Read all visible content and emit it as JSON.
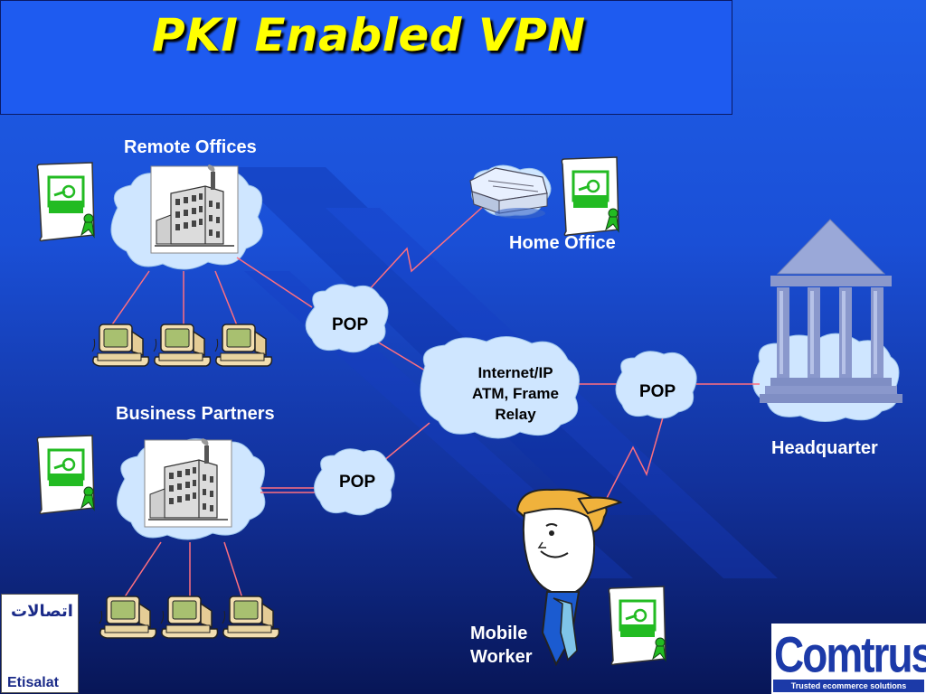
{
  "slide": {
    "title": "PKI Enabled VPN"
  },
  "diagram": {
    "nodes": {
      "remote_offices": "Remote Offices",
      "home_office": "Home Office",
      "business_partners": "Business Partners",
      "headquarter": "Headquarter",
      "mobile_worker_line1": "Mobile",
      "mobile_worker_line2": "Worker",
      "pop_top": "POP",
      "pop_right": "POP",
      "pop_bottom": "POP",
      "internet_line1": "Internet/IP",
      "internet_line2": "ATM, Frame",
      "internet_line3": "Relay"
    },
    "colors": {
      "link": "#ff6f7f",
      "cloud": "#cfe6ff",
      "certificate_green": "#22bb22"
    }
  },
  "logos": {
    "etisalat_label": "Etisalat",
    "etisalat_arabic": "اتصالات",
    "comtrust_name": "Comtrust",
    "comtrust_tagline": "Trusted ecommerce solutions"
  }
}
